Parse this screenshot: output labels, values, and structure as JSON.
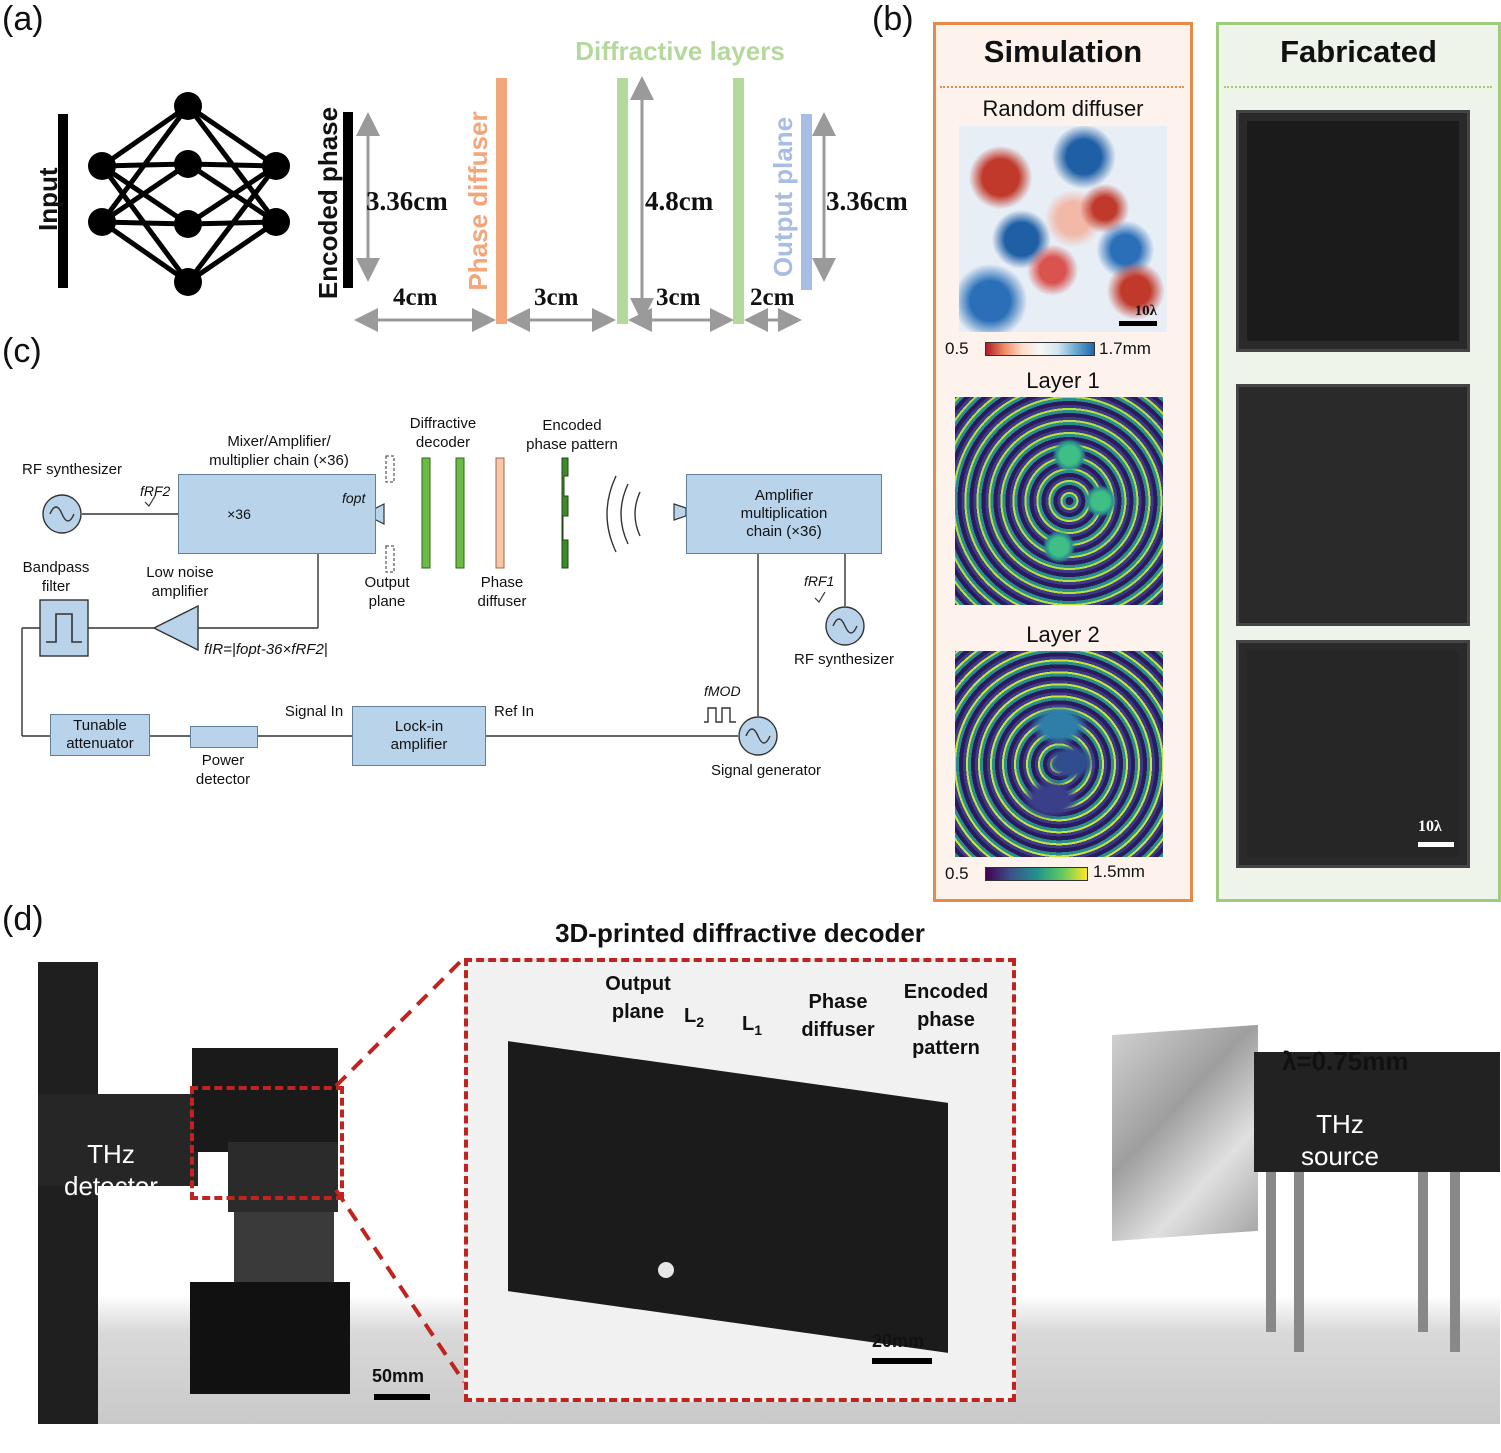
{
  "panels": {
    "a": "(a)",
    "b": "(b)",
    "c": "(c)",
    "d": "(d)"
  },
  "panel_a": {
    "input": "Input",
    "encoded_phase": "Encoded phase",
    "phase_diffuser": "Phase diffuser",
    "diffractive_layers": "Diffractive layers",
    "output_plane": "Output plane",
    "dim_input": "3.36cm",
    "dim_layer": "4.8cm",
    "dim_output": "3.36cm",
    "gap1": "4cm",
    "gap2": "3cm",
    "gap3": "3cm",
    "gap4": "2cm",
    "colors": {
      "phase_diffuser": "#f2a67a",
      "diffractive_layers": "#b5d99c",
      "output_plane": "#a8bde3"
    }
  },
  "panel_b": {
    "simulation": "Simulation",
    "fabricated": "Fabricated",
    "random_diffuser": "Random diffuser",
    "layer1": "Layer 1",
    "layer2": "Layer 2",
    "scale_10l": "10λ",
    "cbar1_min": "0.5",
    "cbar1_max": "1.7mm",
    "cbar2_min": "0.5",
    "cbar2_max": "1.5mm",
    "colors": {
      "simulation_frame": "#e88a47",
      "fabricated_frame": "#9ccc7c"
    }
  },
  "panel_c": {
    "rf_synth_left": "RF synthesizer",
    "f_rf2": "fRF2",
    "mixer_title": "Mixer/Amplifier/\nmultiplier chain (×36)",
    "x36": "×36",
    "f_opt": "fopt",
    "diffractive_decoder": "Diffractive\ndecoder",
    "encoded_phase_pattern": "Encoded\nphase pattern",
    "amp_chain": "Amplifier\nmultiplication\nchain (×36)",
    "output_plane": "Output\nplane",
    "phase_diffuser": "Phase\ndiffuser",
    "bandpass": "Bandpass\nfilter",
    "lna": "Low noise\namplifier",
    "f_ir": "fIR=|fopt-36×fRF2|",
    "f_rf1": "fRF1",
    "rf_synth_right": "RF synthesizer",
    "f_mod": "fMOD",
    "tunable": "Tunable\nattenuator",
    "power_det": "Power\ndetector",
    "signal_in": "Signal In",
    "lockin": "Lock-in\namplifier",
    "ref_in": "Ref In",
    "sig_gen": "Signal generator"
  },
  "panel_d": {
    "title": "3D-printed diffractive decoder",
    "output_plane": "Output\nplane",
    "l2": "L2",
    "l1": "L1",
    "phase_diffuser": "Phase\ndiffuser",
    "encoded_phase_pattern": "Encoded\nphase\npattern",
    "thz_detector": "THz\ndetector",
    "thz_source": "THz\nsource",
    "wavelength": "λ=0.75mm",
    "scale_20": "20mm",
    "scale_50": "50mm",
    "colors": {
      "callout": "#c0241e"
    }
  }
}
